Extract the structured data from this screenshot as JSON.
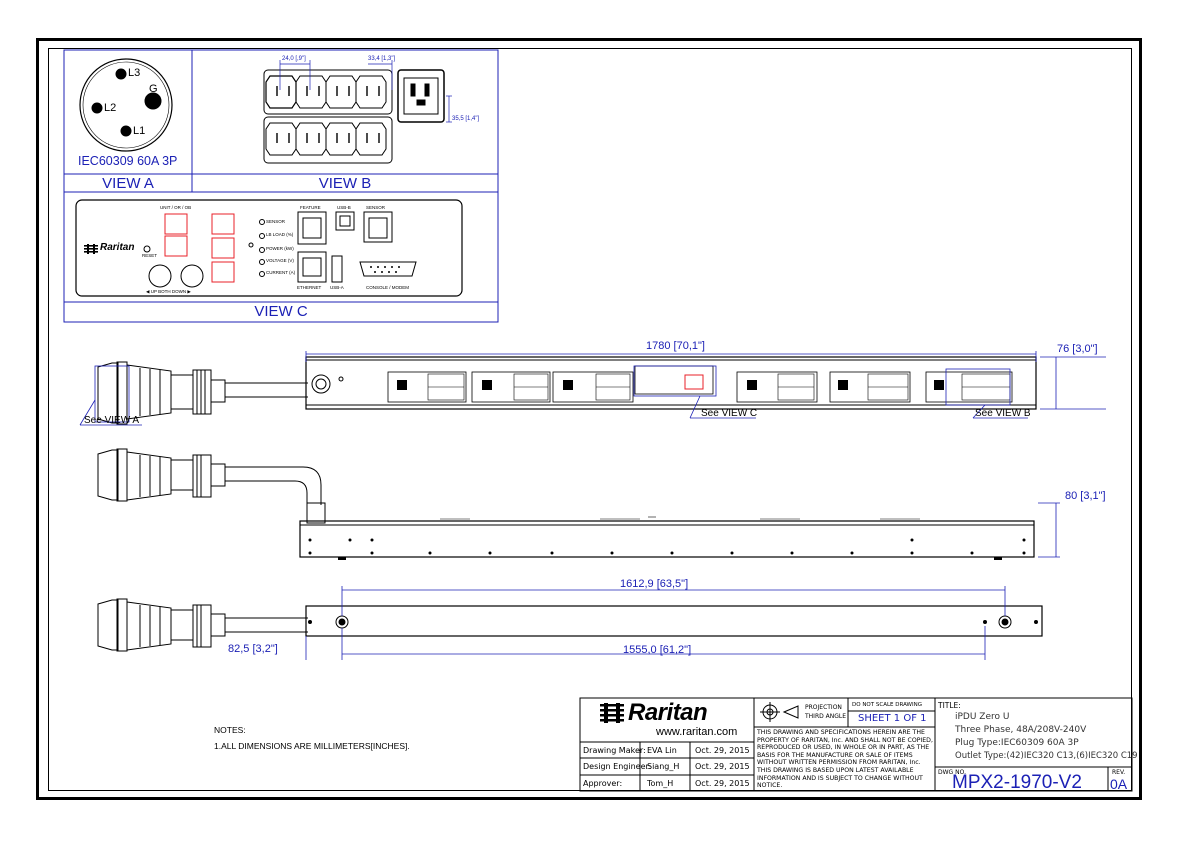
{
  "views": {
    "a": {
      "label": "VIEW A",
      "connector_label": "IEC60309 60A 3P",
      "pins": [
        "L3",
        "G",
        "L2",
        "L1"
      ]
    },
    "b": {
      "label": "VIEW B",
      "dim_pitch": "24,0 [,9\"]",
      "dim_width": "33,4 [1,3\"]",
      "dim_height": "35,5 [1,4\"]"
    },
    "c": {
      "label": "VIEW C",
      "brand": "Raritan",
      "reset": "RESET",
      "display_caption": "UNIT / OR / OB",
      "indicators": [
        "SENSOR",
        "LB LOAD (%)",
        "POWER (kW)",
        "VOLTAGE (V)",
        "CURRENT (A)"
      ],
      "buttons_caption": "◀   UP  BOTH  DOWN  ▶",
      "ports": {
        "feature": "FEATURE",
        "usb_b": "USB-B",
        "sensor": "SENSOR",
        "ethernet": "ETHERNET",
        "usb_a": "USB-A",
        "console": "CONSOLE / MODEM"
      }
    }
  },
  "front_view": {
    "dim_length": "1780 [70,1\"]",
    "dim_depth": "76 [3,0\"]",
    "callouts": [
      "See VIEW A",
      "See VIEW C",
      "See VIEW B"
    ]
  },
  "side_view": {
    "dim_height": "80 [3,1\"]"
  },
  "rear_view": {
    "dim_mount_span": "1612,9 [63,5\"]",
    "dim_offset": "82,5 [3,2\"]",
    "dim_hole_span": "1555,0 [61,2\"]"
  },
  "notes": {
    "title": "NOTES:",
    "items": [
      "1.ALL DIMENSIONS ARE MILLIMETERS[INCHES]."
    ]
  },
  "title_block": {
    "brand": "Raritan",
    "website": "www.raritan.com",
    "projection_line1": "PROJECTION",
    "projection_line2": "THIRD ANGLE",
    "do_not_scale": "DO NOT SCALE DRAWING",
    "sheet": "SHEET 1 OF 1",
    "disclaimer": "THIS DRAWING AND SPECIFICATIONS HEREIN ARE THE PROPERTY OF RARITAN, Inc. AND SHALL NOT BE COPIED, REPRODUCED OR USED, IN WHOLE OR IN PART, AS THE BASIS FOR THE MANUFACTURE OR SALE OF ITEMS WITHOUT WRITTEN PERMISSION FROM RARITAN, Inc. THIS DRAWING IS BASED UPON LATEST AVAILABLE INFORMATION AND IS SUBJECT TO CHANGE WITHOUT NOTICE.",
    "rows": [
      {
        "role": "Drawing Maker:",
        "name": "EVA Lin",
        "date": "Oct. 29, 2015"
      },
      {
        "role": "Design Engineer:",
        "name": "Siang_H",
        "date": "Oct. 29, 2015"
      },
      {
        "role": "Approver:",
        "name": "Tom_H",
        "date": "Oct. 29, 2015"
      }
    ],
    "title_label": "TITLE:",
    "title_lines": [
      "iPDU Zero U",
      "Three Phase, 48A/208V-240V",
      "Plug Type:IEC60309 60A 3P",
      "Outlet Type:(42)IEC320 C13,(6)IEC320 C19"
    ],
    "dwg_label": "DWG NO.",
    "dwg_no": "MPX2-1970-V2",
    "rev_label": "REV.",
    "rev": "0A"
  },
  "colors": {
    "dimension": "#1c21b5",
    "line": "#000000",
    "display": "#e8202a"
  }
}
